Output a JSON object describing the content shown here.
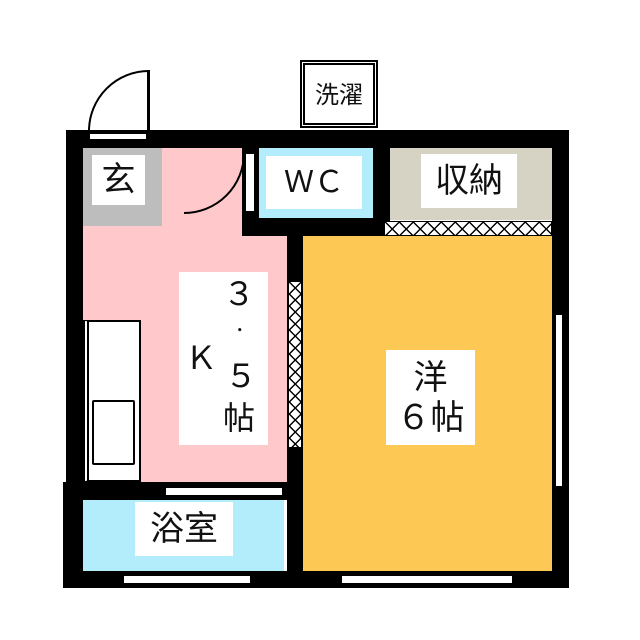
{
  "rooms": {
    "entrance": {
      "label": "玄"
    },
    "wc": {
      "label": "ＷＣ"
    },
    "storage": {
      "label": "収納"
    },
    "kitchen": {
      "line1": "３",
      "dot": "．",
      "k": "Ｋ",
      "line2": "５",
      "line3": "帖"
    },
    "western": {
      "line1": "洋",
      "line2": "６帖"
    },
    "bath": {
      "label": "浴室"
    },
    "laundry": {
      "label": "洗濯"
    }
  },
  "colors": {
    "kitchen": "#ffc9cb",
    "entrance": "#bdbdbd",
    "wc": "#b3ecfa",
    "storage": "#d6d2c4",
    "western": "#fdc854",
    "bath": "#b3ecfa"
  }
}
